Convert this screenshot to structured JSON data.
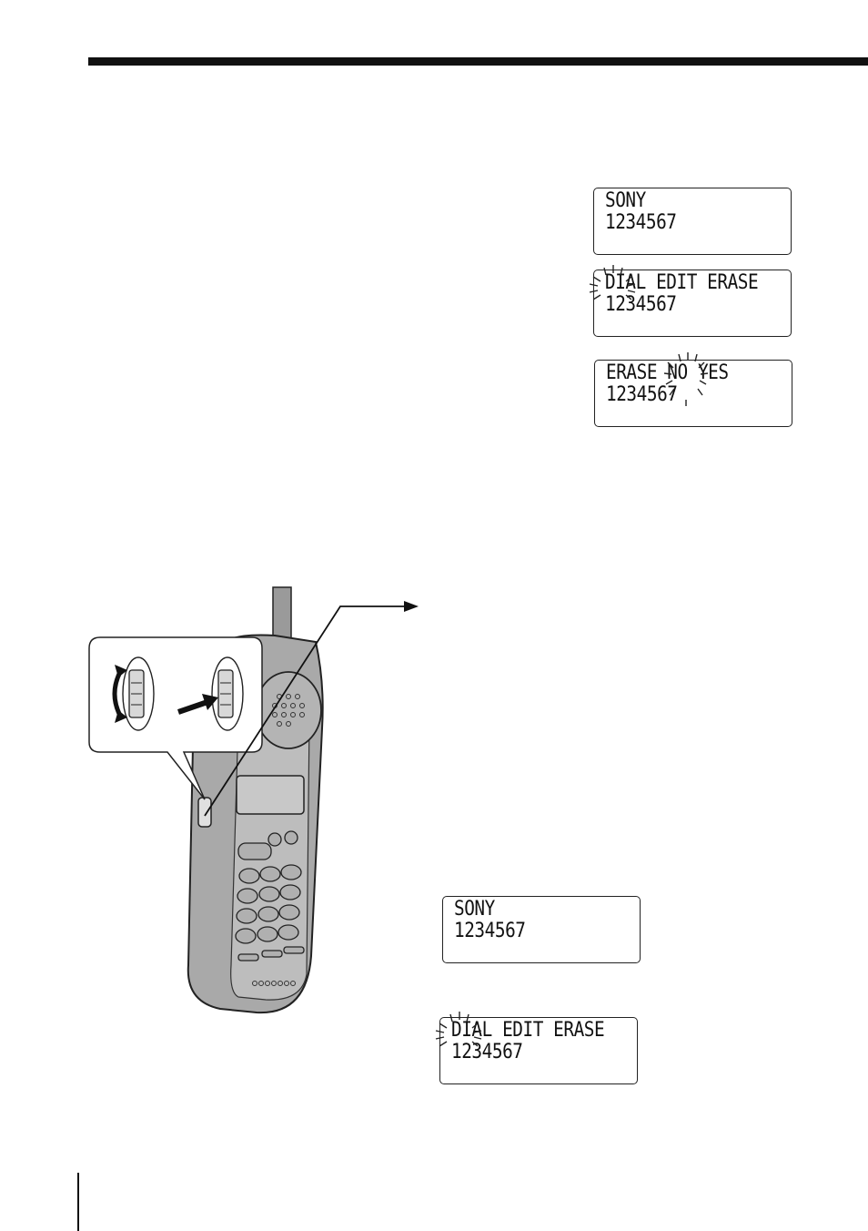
{
  "displays": [
    {
      "line1": "SONY",
      "line2": "1234567"
    },
    {
      "line1": "DIAL EDIT ERASE",
      "line2": "1234567"
    },
    {
      "line1": "ERASE NO YES",
      "line2": "1234567"
    },
    {
      "line1": "SONY",
      "line2": "1234567"
    },
    {
      "line1": "DIAL EDIT ERASE",
      "line2": "1234567"
    }
  ],
  "icons": {
    "blink": "blinking-rays-icon",
    "jog_rotate": "rotate-arrows-icon",
    "jog_press": "press-arrow-icon"
  }
}
